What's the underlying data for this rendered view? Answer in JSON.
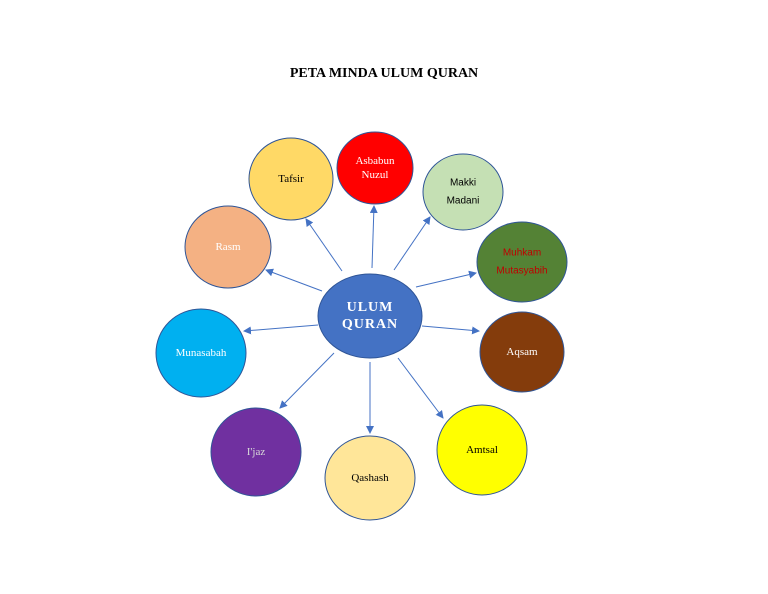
{
  "title": "PETA MINDA ULUM QURAN",
  "center": {
    "lines": [
      "ULUM",
      "QURAN"
    ],
    "fill": "#4472c4",
    "text_color": "#ffffff"
  },
  "nodes": [
    {
      "key": "tafsir",
      "lines": [
        "Tafsir"
      ],
      "fill": "#ffd966",
      "text_color": "#000000"
    },
    {
      "key": "asbabun-nuzul",
      "lines": [
        "Asbabun",
        "Nuzul"
      ],
      "fill": "#ff0000",
      "text_color": "#ffffff"
    },
    {
      "key": "makki-madani",
      "lines": [
        "Makki",
        "Madani"
      ],
      "fill": "#c5e0b4",
      "text_color": "#000000"
    },
    {
      "key": "muhkam-mutasyabih",
      "lines": [
        "Muhkam",
        "Mutasyabih"
      ],
      "fill": "#548235",
      "text_color": "#c00000"
    },
    {
      "key": "rasm",
      "lines": [
        "Rasm"
      ],
      "fill": "#f4b183",
      "text_color": "#ffffff"
    },
    {
      "key": "aqsam",
      "lines": [
        "Aqsam"
      ],
      "fill": "#843c0c",
      "text_color": "#ffffff"
    },
    {
      "key": "munasabah",
      "lines": [
        "Munasabah"
      ],
      "fill": "#00b0f0",
      "text_color": "#ffffff"
    },
    {
      "key": "amtsal",
      "lines": [
        "Amtsal"
      ],
      "fill": "#ffff00",
      "text_color": "#000000"
    },
    {
      "key": "ijaz",
      "lines": [
        "I'jaz"
      ],
      "fill": "#7030a0",
      "text_color": "#d9d9d9"
    },
    {
      "key": "qashash",
      "lines": [
        "Qashash"
      ],
      "fill": "#ffe699",
      "text_color": "#000000"
    }
  ],
  "colors": {
    "arrow": "#4472c4",
    "circle_stroke": "#2f5597"
  }
}
